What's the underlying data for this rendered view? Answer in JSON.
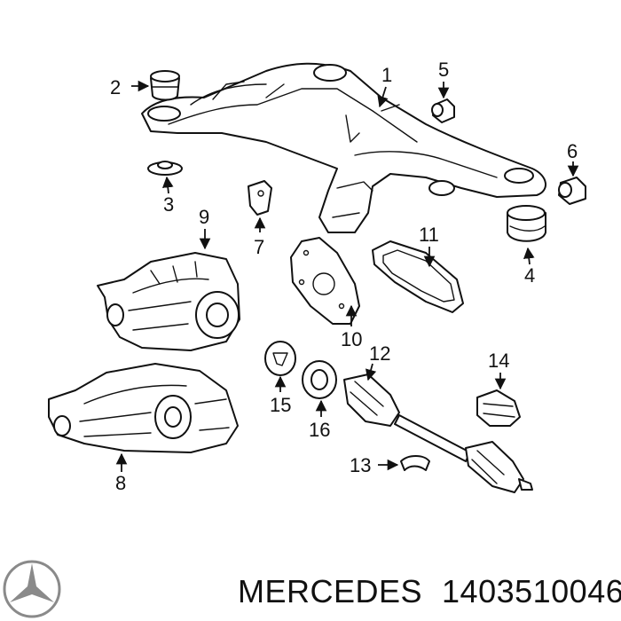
{
  "callouts": {
    "c1": "1",
    "c2": "2",
    "c3": "3",
    "c4": "4",
    "c5": "5",
    "c6": "6",
    "c7": "7",
    "c8": "8",
    "c9": "9",
    "c10": "10",
    "c11": "11",
    "c12": "12",
    "c13": "13",
    "c14": "14",
    "c15": "15",
    "c16": "16"
  },
  "caption": {
    "brand": "MERCEDES",
    "part_number": "1403510046"
  },
  "logo_icon": "mercedes-star-icon"
}
